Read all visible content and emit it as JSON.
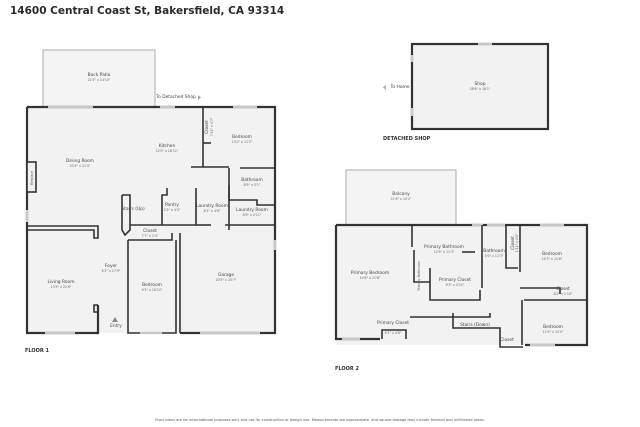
{
  "header": {
    "address": "14600 Central Coast St, Bakersfield, CA 93314"
  },
  "floor1": {
    "label": "FLOOR 1",
    "rooms": [
      {
        "name": "Back Patio",
        "dims": "21'5\" x 14'10\""
      },
      {
        "name": "Kitchen",
        "dims": "12'0\" x 16'11\""
      },
      {
        "name": "Dining Room",
        "dims": "20'4\" x 21'4\""
      },
      {
        "name": "Closet",
        "dims": "7'11\" x 4'7\""
      },
      {
        "name": "Bedroom",
        "dims": "13'0\" x 11'2\""
      },
      {
        "name": "Bathroom",
        "dims": "8'9\" x 5'1\""
      },
      {
        "name": "Fireplace",
        "dims": ""
      },
      {
        "name": "Stairs (Up)",
        "dims": ""
      },
      {
        "name": "Pantry",
        "dims": "4'2\" x 4'0\""
      },
      {
        "name": "Laundry Room",
        "dims": "6'1\" x 4'6\""
      },
      {
        "name": "Laundry Room",
        "dims": "8'9\" x 4'11\""
      },
      {
        "name": "Closet",
        "dims": "7'7\" x 2'4\""
      },
      {
        "name": "Foyer",
        "dims": "6'2\" x 17'9\""
      },
      {
        "name": "Living Room",
        "dims": "13'5\" x 22'6\""
      },
      {
        "name": "Bedroom",
        "dims": "9'1\" x 16'10\""
      },
      {
        "name": "Garage",
        "dims": "20'5\" x 20'7\""
      },
      {
        "name": "Entry",
        "dims": ""
      }
    ],
    "to_detached_shop": "To Detached Shop"
  },
  "detached_shop": {
    "label": "DETACHED SHOP",
    "rooms": [
      {
        "name": "Shop",
        "dims": "28'6\" x 16'1\""
      }
    ],
    "to_home": "To Home"
  },
  "floor2": {
    "label": "FLOOR 2",
    "rooms": [
      {
        "name": "Balcony",
        "dims": "21'6\" x 10'2\""
      },
      {
        "name": "Primary Bathroom",
        "dims": "12'9\" x 11'3\""
      },
      {
        "name": "Primary Bedroom",
        "dims": "14'6\" x 21'6\""
      },
      {
        "name": "Primary Bathroom",
        "dims": ""
      },
      {
        "name": "Primary Closet",
        "dims": "9'3\" x 4'11\""
      },
      {
        "name": "Bathroom",
        "dims": "5'0\" x 11'3\""
      },
      {
        "name": "Closet",
        "dims": "1'11\" x 4'8\""
      },
      {
        "name": "Bedroom",
        "dims": "14'3\" x 11'6\""
      },
      {
        "name": "Closet",
        "dims": "8'2\" x 1'10\""
      },
      {
        "name": "Primary Closet",
        "dims": "6'1\" x 4'6\""
      },
      {
        "name": "Stairs (Down)",
        "dims": ""
      },
      {
        "name": "Closet",
        "dims": ""
      },
      {
        "name": "Bedroom",
        "dims": "11'9\" x 12'0\""
      }
    ]
  },
  "footer": {
    "disclaimer": "Floor plans are for informational purposes only and not for construction or design use. Measurements are approximate, and square footage may include finished and unfinished areas."
  }
}
